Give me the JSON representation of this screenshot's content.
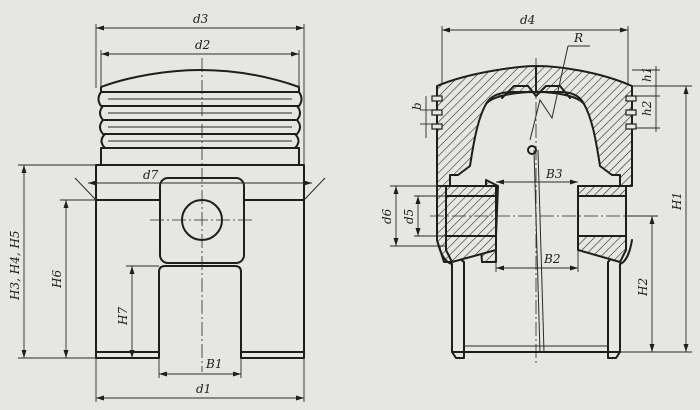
{
  "labels": {
    "d3": "d3",
    "d2": "d2",
    "d4": "d4",
    "d7": "d7",
    "d1": "d1",
    "d6": "d6",
    "d5": "d5",
    "H3_H4_H5": "H3, H4, H5",
    "H6": "H6",
    "H7": "H7",
    "H1": "H1",
    "H2": "H2",
    "B1": "B1",
    "B2": "B2",
    "B3": "B3",
    "R": "R",
    "b": "b",
    "h1": "h1",
    "h2": "h2"
  }
}
